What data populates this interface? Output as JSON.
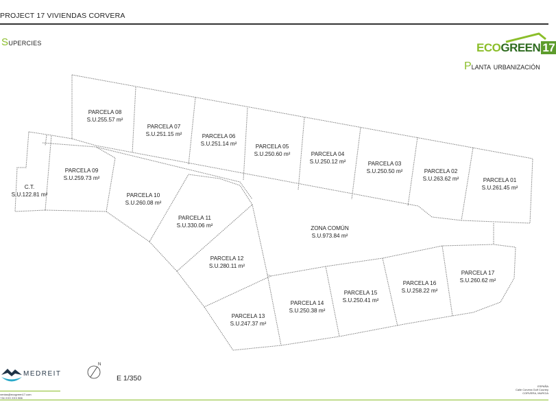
{
  "header": {
    "project_title": "PROJECT 17 VIVIENDAS CORVERA",
    "section_first": "S",
    "section_rest": "upercies",
    "logo_eco": "ECO",
    "logo_green": "GREEN",
    "logo_num": "17",
    "plan_first": "P",
    "plan_rest": "lanta urbanización"
  },
  "plots": [
    {
      "name": "PARCELA 08",
      "area": "S.U.255.57 m²"
    },
    {
      "name": "PARCELA 07",
      "area": "S.U.251.15 m²"
    },
    {
      "name": "PARCELA 06",
      "area": "S.U.251.14 m²"
    },
    {
      "name": "PARCELA 05",
      "area": "S.U.250.60 m²"
    },
    {
      "name": "PARCELA 04",
      "area": "S.U.250.12 m²"
    },
    {
      "name": "PARCELA 03",
      "area": "S.U.250.50 m²"
    },
    {
      "name": "PARCELA 02",
      "area": "S.U.263.62 m²"
    },
    {
      "name": "PARCELA 01",
      "area": "S.U.261.45 m²"
    },
    {
      "name": "PARCELA 09",
      "area": "S.U.259.73 m²"
    },
    {
      "name": "PARCELA 10",
      "area": "S.U.260.08 m²"
    },
    {
      "name": "PARCELA 11",
      "area": "S.U.330.06 m²"
    },
    {
      "name": "PARCELA 12",
      "area": "S.U.280.11 m²"
    },
    {
      "name": "PARCELA 13",
      "area": "S.U.247.37 m²"
    },
    {
      "name": "PARCELA 14",
      "area": "S.U.250.38 m²"
    },
    {
      "name": "PARCELA 15",
      "area": "S.U.250.41 m²"
    },
    {
      "name": "PARCELA 16",
      "area": "S.U.258.22 m²"
    },
    {
      "name": "PARCELA 17",
      "area": "S.U.260.62 m²"
    },
    {
      "name": "C.T.",
      "area": "S.U.122.81 m²"
    },
    {
      "name": "ZONA COMÚN",
      "area": "S.U.973.84 m²"
    }
  ],
  "footer": {
    "company": "MEDREIT",
    "north_label": "N",
    "scale": "E 1/350",
    "contact_email": "ventas@ecogreen17.com",
    "contact_phone": "+34 XXX XXX 566",
    "address_country": "ESPAÑA",
    "address_place": "Calle Corvera Golf Country",
    "address_city": "CORVERA, MURCIA"
  },
  "colors": {
    "accent_green": "#8bbe2a",
    "dark_green": "#2e6b1f",
    "boundary": "#777777"
  }
}
